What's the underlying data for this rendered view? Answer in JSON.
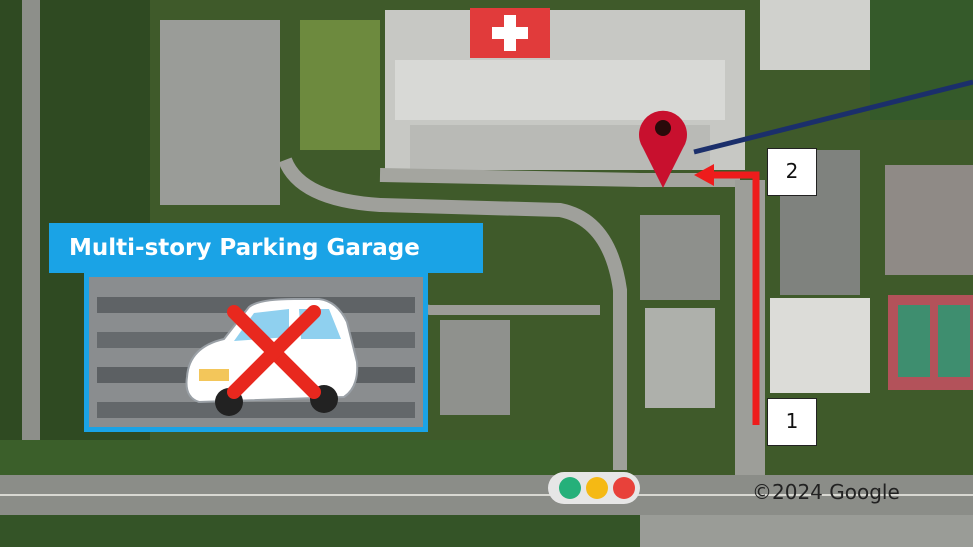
{
  "map": {
    "garage_label": "Multi-story Parking Garage",
    "step_start": "1",
    "step_turn": "2",
    "copyright": "©2024 Google"
  },
  "colors": {
    "label_bg": "#1aa3e6",
    "route": "#ee1c1c",
    "pin": "#c8102e",
    "leader_line": "#1b2f6b",
    "no_entry_cross": "#e8281e",
    "signal_green": "#25b07a",
    "signal_yellow": "#f5b914",
    "signal_red": "#e8413a"
  },
  "icons": {
    "destination": "map-pin-icon",
    "no_parking": "no-entry-cross-icon",
    "car": "car-icon",
    "traffic_light": "traffic-light-icon"
  }
}
